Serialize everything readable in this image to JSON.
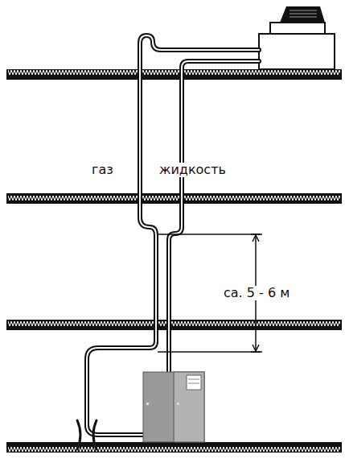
{
  "diagram": {
    "labels": [
      "газ",
      "жидкость",
      "ca. 5 - 6 м"
    ]
  }
}
